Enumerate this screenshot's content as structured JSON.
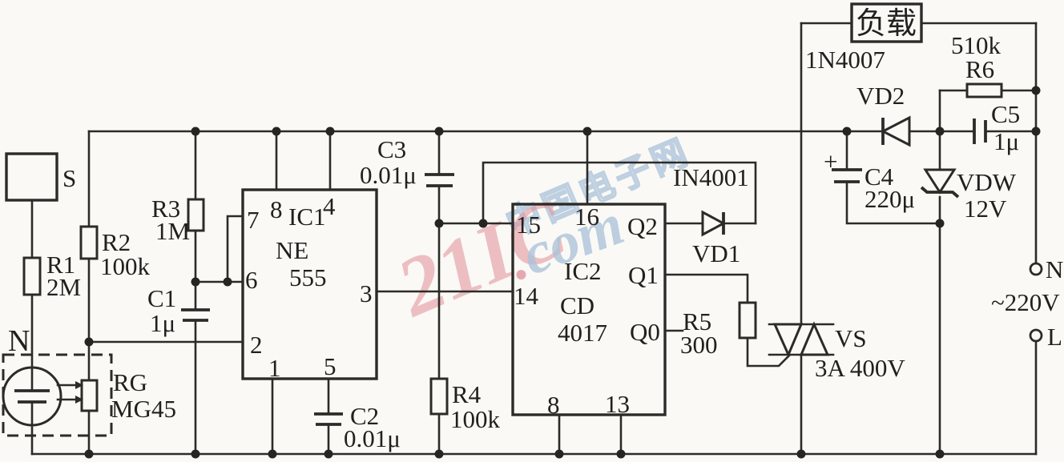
{
  "components": {
    "s_label": "S",
    "n_sensor": "N",
    "rg": {
      "name": "RG",
      "model": "MG45"
    },
    "r1": {
      "name": "R1",
      "value": "2M"
    },
    "r2": {
      "name": "R2",
      "value": "100k"
    },
    "r3": {
      "name": "R3",
      "value": "1M"
    },
    "r4": {
      "name": "R4",
      "value": "100k"
    },
    "r5": {
      "name": "R5",
      "value": "300"
    },
    "r6": {
      "name": "R6",
      "value": "510k"
    },
    "c1": {
      "name": "C1",
      "value": "1μ"
    },
    "c2": {
      "name": "C2",
      "value": "0.01μ"
    },
    "c3": {
      "name": "C3",
      "value": "0.01μ"
    },
    "c4": {
      "name": "C4",
      "value": "220μ",
      "polarity": "+"
    },
    "c5": {
      "name": "C5",
      "value": "1μ"
    },
    "ic1": {
      "name": "IC1",
      "part1": "NE",
      "part2": "555",
      "pins": {
        "p8": "8",
        "p4": "4",
        "p7": "7",
        "p6": "6",
        "p2": "2",
        "p1": "1",
        "p5": "5",
        "p3": "3"
      }
    },
    "ic2": {
      "name": "IC2",
      "part1": "CD",
      "part2": "4017",
      "pins": {
        "p15": "15",
        "p16": "16",
        "p14": "14",
        "p8": "8",
        "p13": "13",
        "q2": "Q2",
        "q1": "Q1",
        "q0": "Q0"
      }
    },
    "vd1": {
      "name": "VD1",
      "part": "IN4001"
    },
    "vd2": {
      "name": "VD2",
      "part": "1N4007"
    },
    "vdw": {
      "name": "VDW",
      "value": "12V"
    },
    "vs": {
      "name": "VS",
      "rating": "3A 400V"
    },
    "load": {
      "label": "负载"
    },
    "mains": {
      "n": "N",
      "l": "L",
      "voltage": "~220V"
    }
  },
  "watermark": {
    "brand": "21IC",
    "dot": ".",
    "suffix": "com",
    "site": "中国电子网"
  }
}
